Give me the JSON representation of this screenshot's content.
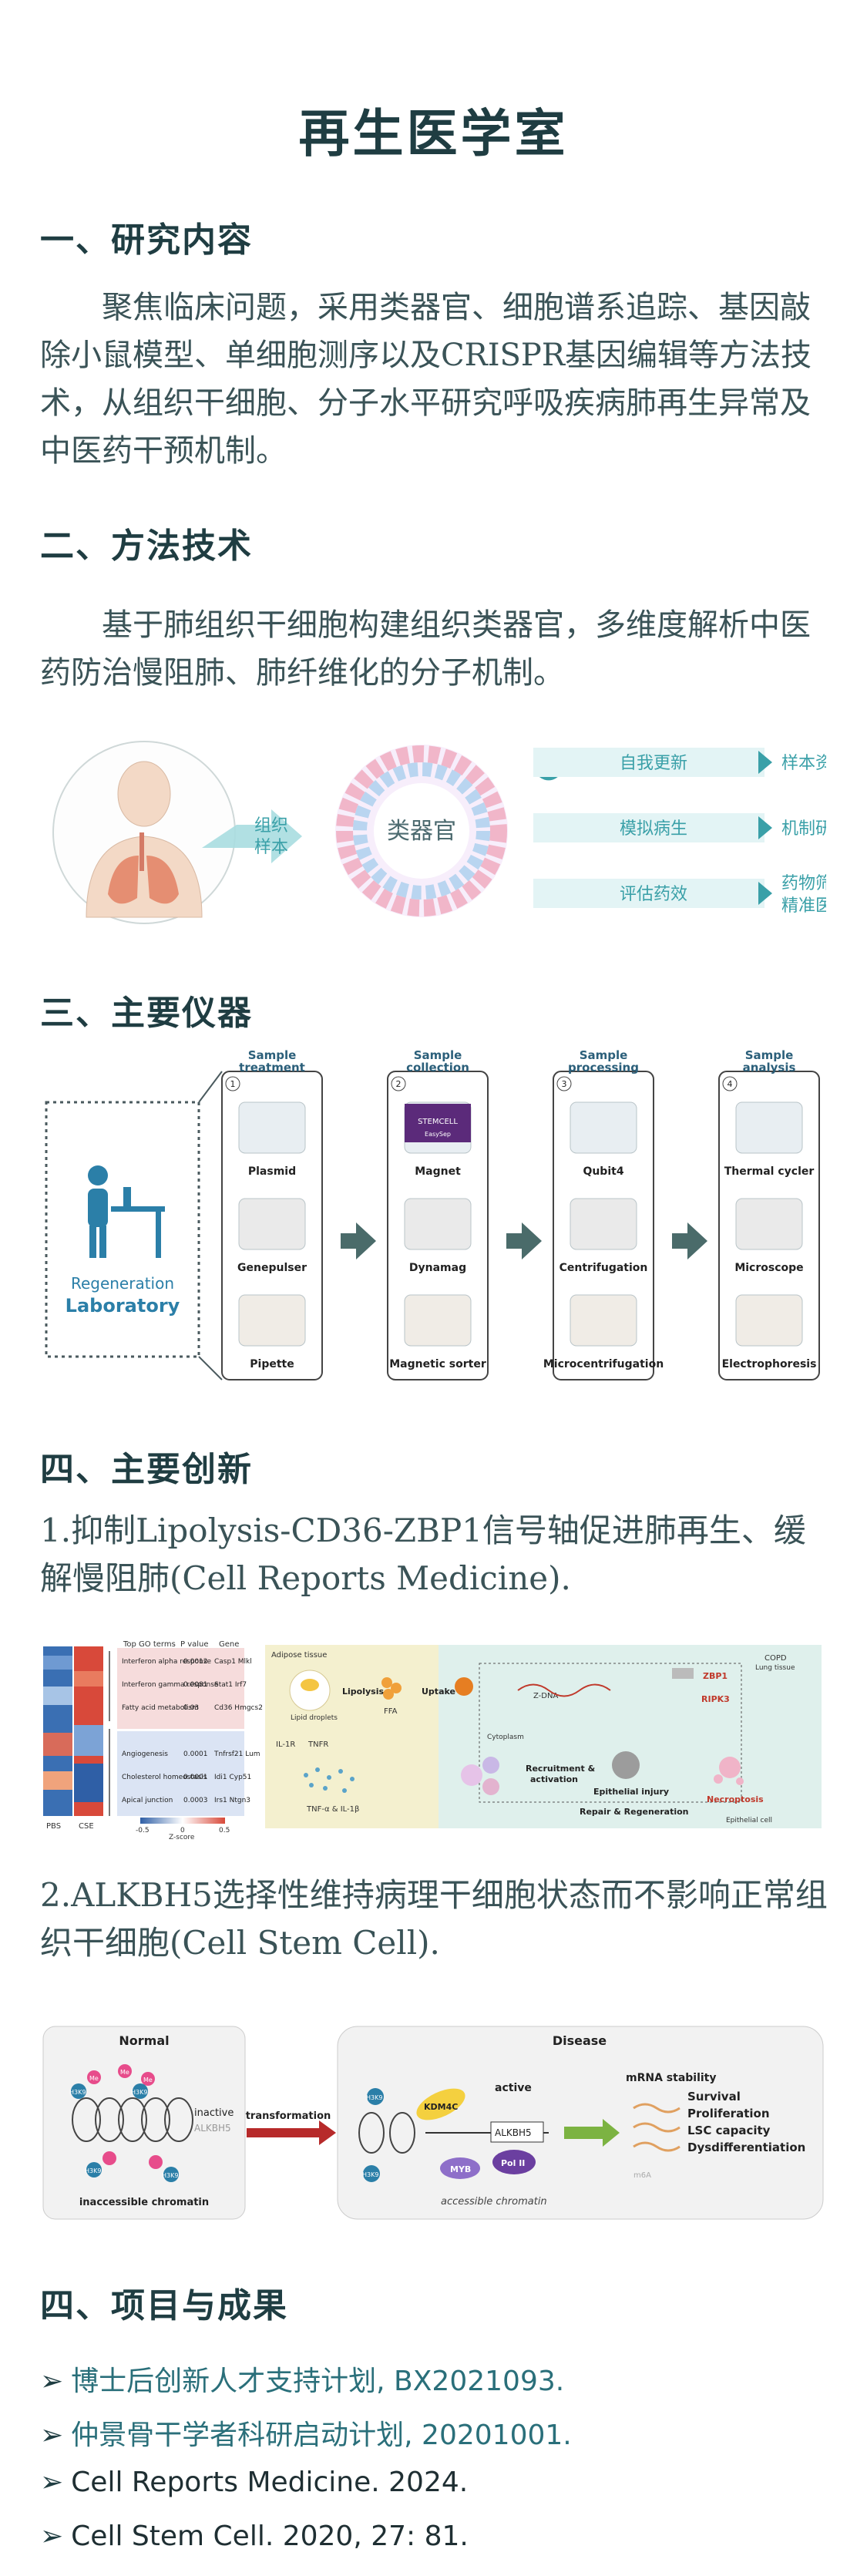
{
  "title": "再生医学室",
  "sections": {
    "research": {
      "heading": "一、研究内容",
      "text": "聚焦临床问题，采用类器官、细胞谱系追踪、基因敲除小鼠模型、单细胞测序以及CRISPR基因编辑等方法技术，从组织干细胞、分子水平研究呼吸疾病肺再生异常及中医药干预机制。"
    },
    "methods": {
      "heading": "二、方法技术",
      "text": "基于肺组织干细胞构建组织类器官，多维度解析中医药防治慢阻肺、肺纤维化的分子机制。",
      "diagram": {
        "sample_label_1": "组织",
        "sample_label_2": "样本",
        "center": "类器官",
        "rows": [
          {
            "left": "自我更新",
            "right": "样本资源"
          },
          {
            "left": "模拟病生",
            "right": "机制研究"
          },
          {
            "left": "评估药效",
            "right": "药物筛选",
            "right2": "精准医疗"
          }
        ]
      }
    },
    "instruments": {
      "heading": "三、主要仪器",
      "lab_label_1": "Regeneration",
      "lab_label_2": "Laboratory",
      "columns": [
        {
          "num": "1",
          "head1": "Sample",
          "head2": "treatment",
          "items": [
            "Plasmid",
            "Genepulser",
            "Pipette"
          ]
        },
        {
          "num": "2",
          "head1": "Sample",
          "head2": "collection",
          "items": [
            "Magnet",
            "Dynamag",
            "Magnetic sorter"
          ]
        },
        {
          "num": "3",
          "head1": "Sample",
          "head2": "processing",
          "items": [
            "Qubit4",
            "Centrifugation",
            "Microcentrifugation"
          ]
        },
        {
          "num": "4",
          "head1": "Sample",
          "head2": "analysis",
          "items": [
            "Thermal cycler",
            "Microscope",
            "Electrophoresis"
          ]
        }
      ],
      "magnet_brand": "STEMCELL",
      "magnet_sub": "EasySep"
    },
    "innovation": {
      "heading": "四、主要创新",
      "item1": "1.抑制Lipolysis-CD36-ZBP1信号轴促进肺再生、缓解慢阻肺(Cell Reports Medicine).",
      "fig1": {
        "heat_cols": [
          "PBS",
          "CSE"
        ],
        "heat_headers": [
          "Top GO terms",
          "P value",
          "Gene"
        ],
        "go_terms": [
          "Interferon alpha response",
          "Interferon gamma response",
          "Fatty acid metabolism",
          "Angiogenesis",
          "Cholesterol homeostasis",
          "Apical junction"
        ],
        "p_values": [
          "0.0012",
          "0.0081",
          "0.03",
          "0.0001",
          "0.0001",
          "0.0003"
        ],
        "genes": [
          "Casp1 Mlkl",
          "Stat1 Irf7",
          "Cd36 Hmgcs2",
          "Tnfrsf21 Lum",
          "Idi1 Cyp51",
          "Irs1 Ntgn3"
        ],
        "zscore_label": "Z-score",
        "zscore_ticks": [
          "-0.5",
          "0",
          "0.5"
        ],
        "adipose": "Adipose tissue",
        "lipid": "Lipid droplets",
        "lipolysis": "Lipolysis",
        "ffa": "FFA",
        "uptake": "Uptake",
        "zdna": "Z-DNA",
        "zbp1": "ZBP1",
        "ripk3": "RIPK3",
        "copd": "COPD",
        "lung_tissue": "Lung tissue",
        "cytoplasm": "Cytoplasm",
        "il1r": "IL-1R",
        "tnfr": "TNFR",
        "cytokines": "TNF-α & IL-1β",
        "recruitment": "Recruitment &",
        "activation": "activation",
        "injury": "Epithelial injury",
        "repair": "Repair & Regeneration",
        "necroptosis": "Necroptosis",
        "epithelial_cell": "Epithelial cell"
      },
      "item2": "2.ALKBH5选择性维持病理干细胞状态而不影响正常组织干细胞(Cell Stem Cell).",
      "fig2": {
        "normal": "Normal",
        "disease": "Disease",
        "me": "Me",
        "h3k9": "H3K9",
        "inactive": "inactive",
        "gene_label": "ALKBH5",
        "inaccessible": "inaccessible chromatin",
        "transformation": "transformation",
        "kdm4c": "KDM4C",
        "active": "active",
        "myb": "MYB",
        "pol2": "Pol II",
        "accessible": "accessible chromatin",
        "mrna": "mRNA stability",
        "outcomes": [
          "Survival",
          "Proliferation",
          "LSC capacity",
          "Dysdifferentiation"
        ],
        "m6a": "m6A"
      }
    },
    "projects": {
      "heading": "四、项目与成果",
      "items": [
        "博士后创新人才支持计划, BX2021093.",
        "仲景骨干学者科研启动计划, 20201001.",
        "Cell Reports Medicine. 2024.",
        "Cell Stem Cell. 2020, 27: 81."
      ],
      "arrow": "➢"
    }
  },
  "colors": {
    "heading": "#1f3d42",
    "text": "#3a5357",
    "teal": "#3aa0a8",
    "accent_red": "#c0392b"
  }
}
